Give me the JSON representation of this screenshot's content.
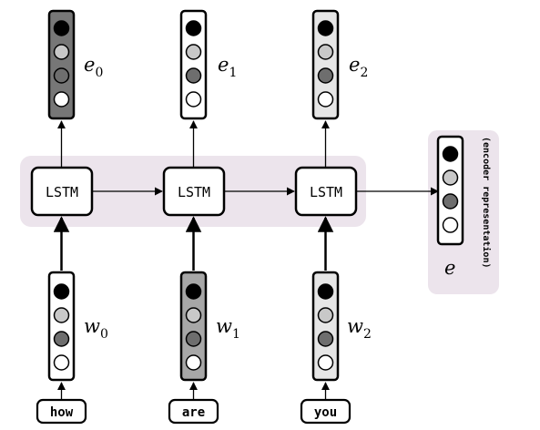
{
  "lstm_label": "LSTM",
  "words": [
    "how",
    "are",
    "you"
  ],
  "embeddings": [
    {
      "base": "w",
      "sub": "0"
    },
    {
      "base": "w",
      "sub": "1"
    },
    {
      "base": "w",
      "sub": "2"
    }
  ],
  "encodings": [
    {
      "base": "e",
      "sub": "0"
    },
    {
      "base": "e",
      "sub": "1"
    },
    {
      "base": "e",
      "sub": "2"
    }
  ],
  "encoder": {
    "symbol": "e",
    "caption": "(encoder representation)"
  },
  "colors": {
    "highlight_panel": "#ece4ec",
    "vector_dark": "#777777",
    "vector_medium": "#a7a7a7",
    "vector_light": "#e6e6e6",
    "node_black": "#000000",
    "node_gray_light": "#c8c8c8",
    "node_gray_dark": "#6e6e6e",
    "node_white": "#ffffff"
  }
}
